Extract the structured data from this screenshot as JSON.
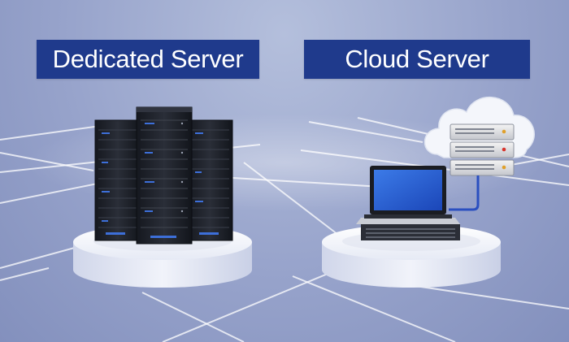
{
  "labels": {
    "dedicated": "Dedicated Server",
    "cloud": "Cloud Server"
  },
  "colors": {
    "label_background": "#1f3a8c",
    "label_text": "#ffffff",
    "led_accent": "#3d6fd9",
    "cable": "#2a4fc0"
  },
  "illustrations": {
    "left": "server-rack-cluster-on-pedestal",
    "right": "laptop-connected-to-cloud-server-stack-on-pedestal"
  }
}
